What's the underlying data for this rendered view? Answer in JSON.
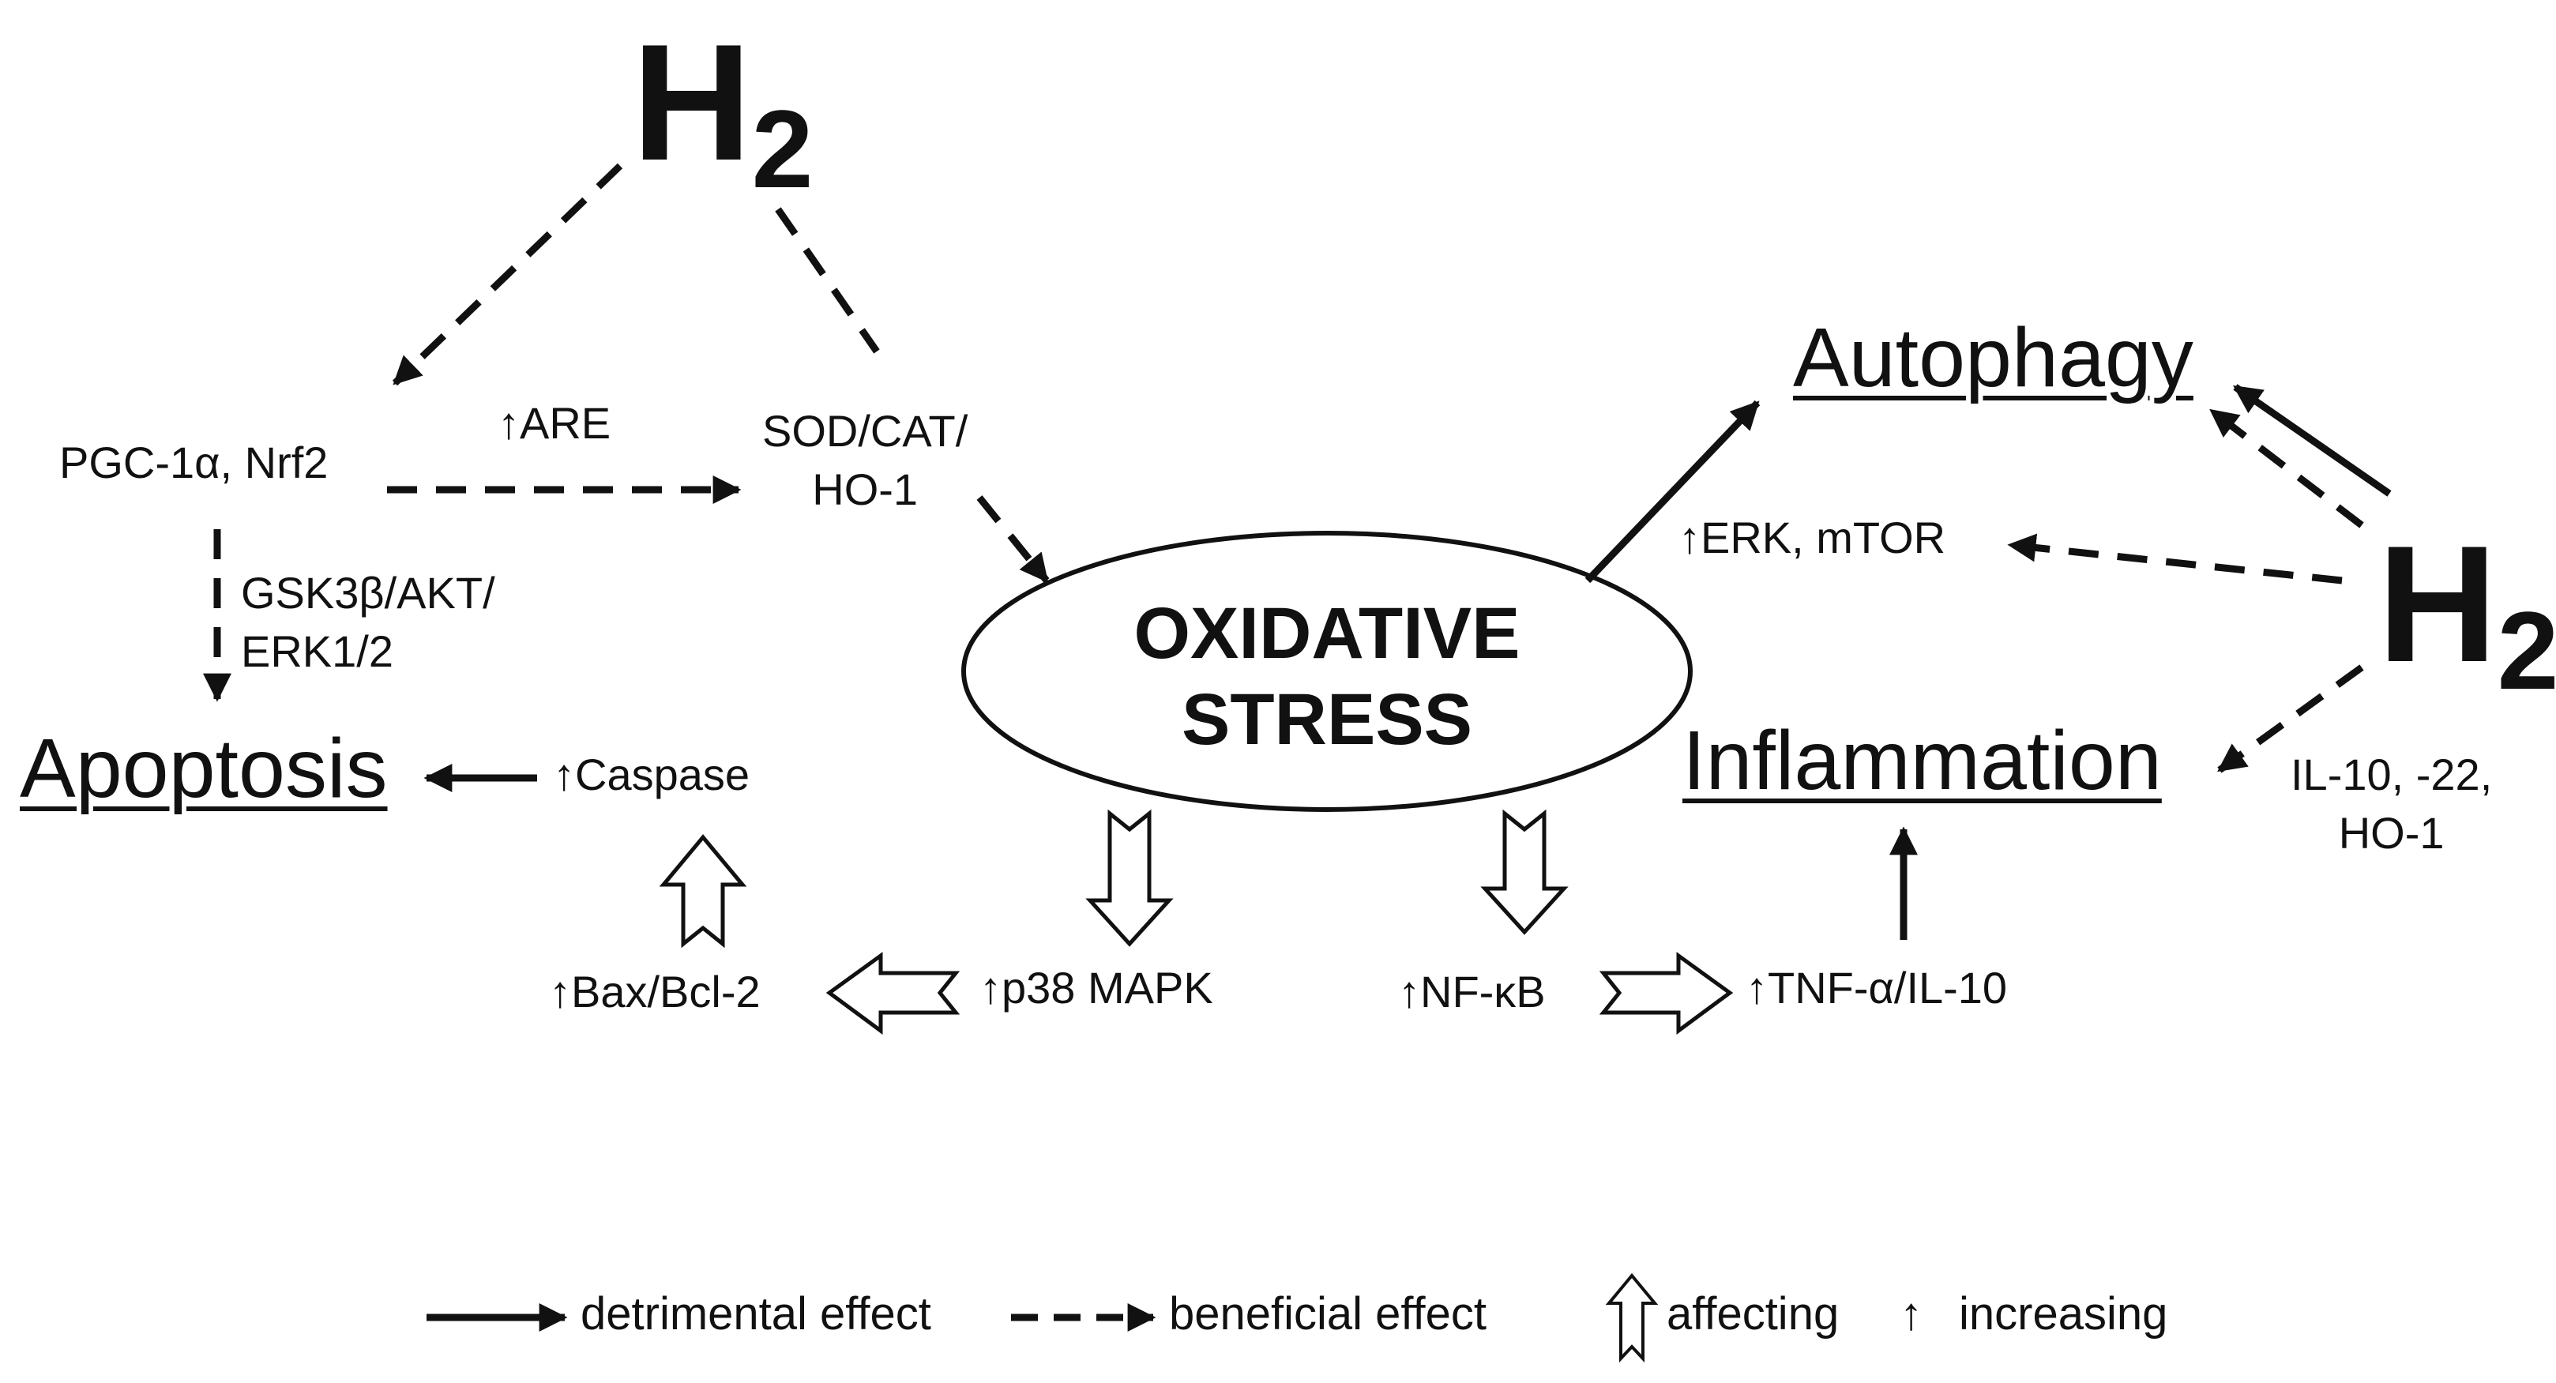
{
  "h2_left": {
    "main": "H",
    "sub": "2"
  },
  "h2_right": {
    "main": "H",
    "sub": "2"
  },
  "labels": {
    "pgc": "PGC-1α, Nrf2",
    "are": "↑ARE",
    "sod_line1": "SOD/CAT/",
    "sod_line2": "HO-1",
    "gsk_line1": "GSK3β/AKT/",
    "gsk_line2": "ERK1/2",
    "apoptosis": "Apoptosis",
    "caspase": "↑Caspase",
    "bax": "↑Bax/Bcl-2",
    "p38": "↑p38 MAPK",
    "nfkb": "↑NF-κB",
    "tnf": "↑TNF-α/IL-10",
    "autophagy": "Autophagy",
    "erk": "↑ERK, mTOR",
    "inflammation": "Inflammation",
    "il_line1": "IL-10, -22,",
    "il_line2": "HO-1",
    "oxidative_line1": "OXIDATIVE",
    "oxidative_line2": "STRESS"
  },
  "legend": {
    "detrimental": "detrimental effect",
    "beneficial": "beneficial effect",
    "affecting": "affecting",
    "increasing": "increasing",
    "up_arrow": "↑"
  }
}
